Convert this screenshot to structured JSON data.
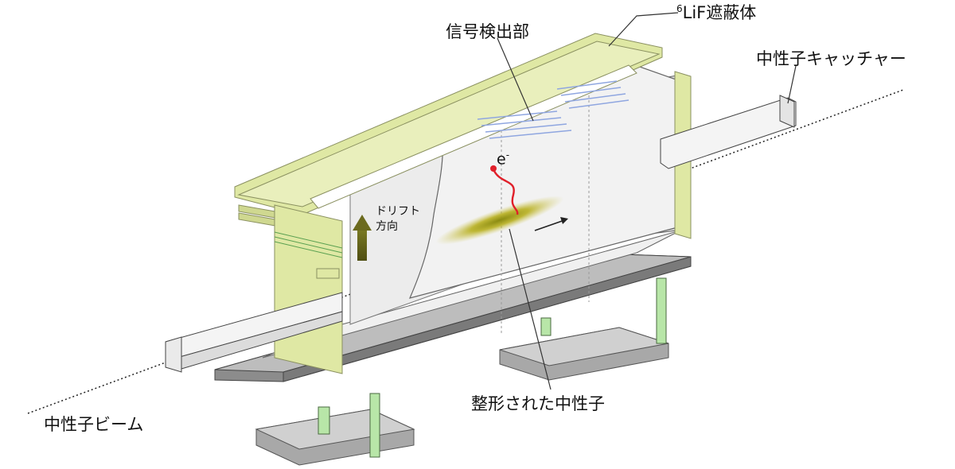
{
  "labels": {
    "signal_detector": "信号検出部",
    "lif_shield_superscript": "6",
    "lif_shield": "LiF遮蔽体",
    "neutron_catcher": "中性子キャッチャー",
    "drift_line1": "ドリフト",
    "drift_line2": "方向",
    "electron_base": "e",
    "electron_sup": "-",
    "shaped_neutron": "整形された中性子",
    "neutron_beam": "中性子ビーム"
  },
  "colors": {
    "frame_green": "#dfe8a4",
    "frame_edge": "#8a9060",
    "chamber_gray": "#e6e6e6",
    "base_plate": "#9a9a9a",
    "leg_green": "#b8e6a8",
    "electron_track": "#e0202a",
    "neutron_glow": "#a8a020",
    "drift_arrow": "#6b6a1e",
    "readout_strip": "#8fa6e0"
  },
  "icons": {
    "drift_arrow": "up-arrow-icon",
    "beam_arrow": "right-arrow-icon"
  }
}
